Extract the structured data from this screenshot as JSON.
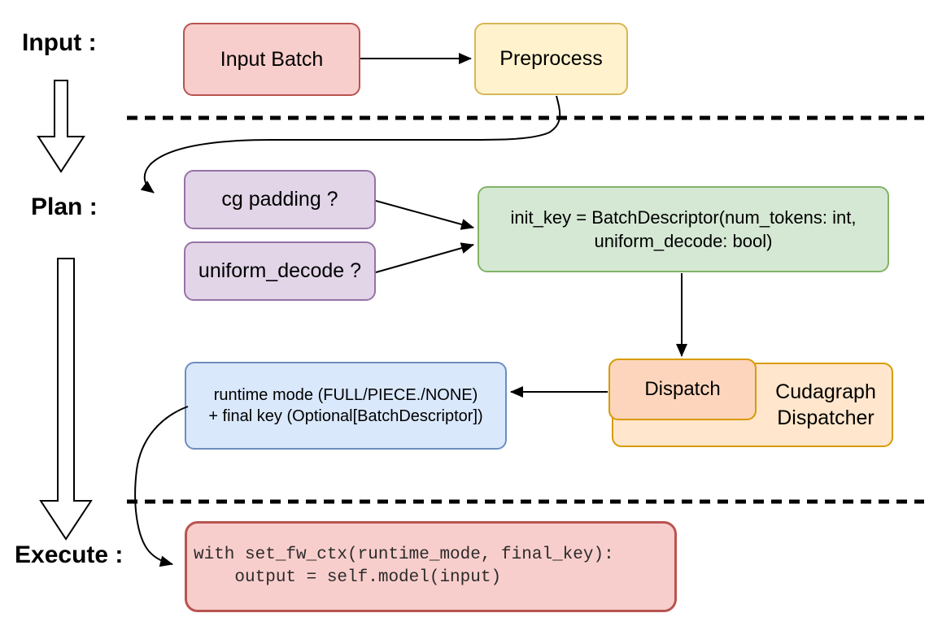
{
  "stage_labels": {
    "input": "Input :",
    "plan": "Plan :",
    "execute": "Execute :"
  },
  "nodes": {
    "input_batch": "Input Batch",
    "preprocess": "Preprocess",
    "cg_padding": "cg padding ?",
    "uniform_decode": "uniform_decode ?",
    "init_key": "init_key = BatchDescriptor(num_tokens: int,\nuniform_decode: bool)",
    "dispatch": "Dispatch",
    "cudagraph_dispatcher": "Cudagraph Dispatcher",
    "runtime_mode": "runtime mode (FULL/PIECE./NONE)\n+ final key (Optional[BatchDescriptor])",
    "execute_code": "with set_fw_ctx(runtime_mode, final_key):\n    output = self.model(input)"
  },
  "edges": [
    {
      "from": "input_batch",
      "to": "preprocess",
      "style": "straight-arrow"
    },
    {
      "from": "preprocess",
      "to": "cg_padding",
      "style": "curved-arrow"
    },
    {
      "from": "cg_padding",
      "to": "init_key",
      "style": "straight-arrow"
    },
    {
      "from": "uniform_decode",
      "to": "init_key",
      "style": "straight-arrow"
    },
    {
      "from": "init_key",
      "to": "dispatch",
      "style": "straight-arrow"
    },
    {
      "from": "dispatch",
      "to": "runtime_mode",
      "style": "straight-arrow"
    },
    {
      "from": "runtime_mode",
      "to": "execute_code",
      "style": "curved-arrow"
    }
  ],
  "separators": [
    {
      "between": "input-and-plan",
      "style": "dashed"
    },
    {
      "between": "plan-and-execute",
      "style": "dashed"
    }
  ],
  "stage_flow_arrows": [
    {
      "from": "input",
      "to": "plan",
      "style": "hollow"
    },
    {
      "from": "plan",
      "to": "execute",
      "style": "hollow"
    }
  ],
  "colors": {
    "pink_fill": "#f8cecc",
    "pink_stroke": "#b85450",
    "yellow_fill": "#fff2cc",
    "yellow_stroke": "#d6b656",
    "purple_fill": "#e1d5e7",
    "purple_stroke": "#9673a6",
    "green_fill": "#d5e8d4",
    "green_stroke": "#82b366",
    "blue_fill": "#dae8fc",
    "blue_stroke": "#6c8ebf",
    "orange_fill": "#ffe6cc",
    "orange_stroke": "#d79b00",
    "peach_fill": "#fcd5bc",
    "line": "#000000",
    "code_text": "#2b2b2b"
  }
}
